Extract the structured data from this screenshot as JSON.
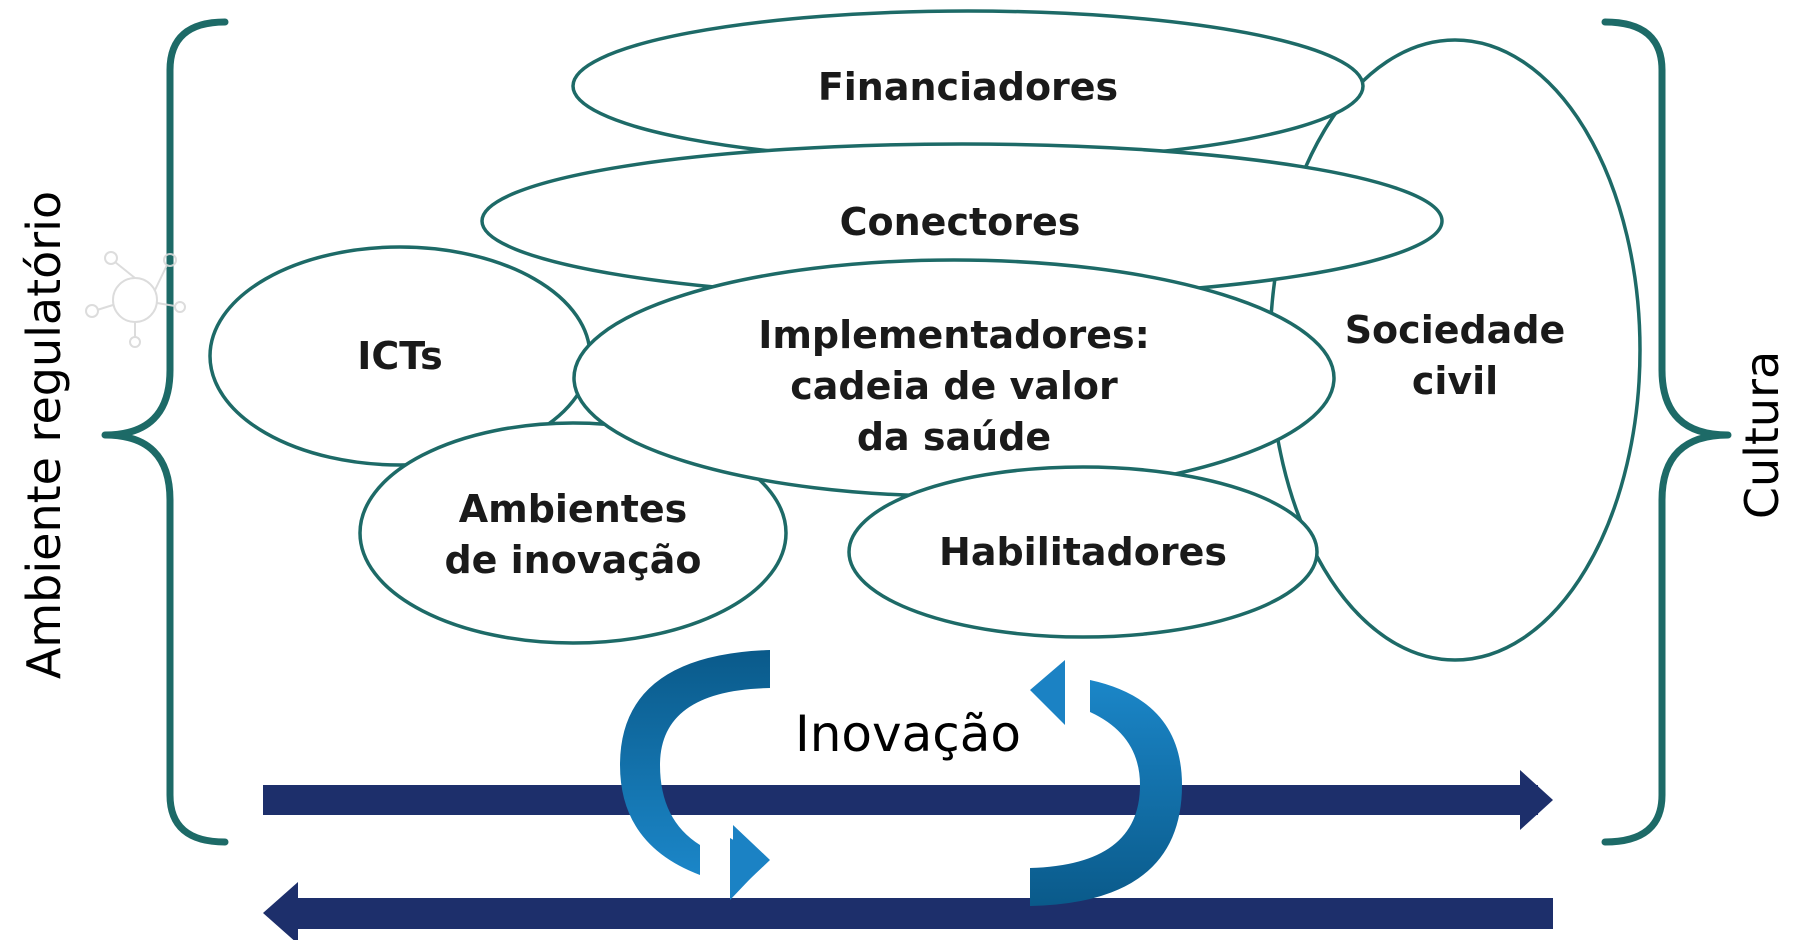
{
  "side_labels": {
    "left": "Ambiente regulatório",
    "right": "Cultura"
  },
  "nodes": {
    "financiadores": "Financiadores",
    "conectores": "Conectores",
    "icts": "ICTs",
    "implementadores": [
      "Implementadores:",
      "cadeia de valor",
      "da saúde"
    ],
    "sociedade_civil": [
      "Sociedade",
      "civil"
    ],
    "ambientes_inovacao": [
      "Ambientes",
      "de inovação"
    ],
    "habilitadores": "Habilitadores"
  },
  "center_label": "Inovação",
  "colors": {
    "ellipse_stroke": "#1d6a67",
    "brace": "#1d6a67",
    "horizontal_arrows": "#1d2f6b",
    "cycle_arrow_dark": "#0a5a8a",
    "cycle_arrow_light": "#1b82c4"
  },
  "icons": {
    "molecule": "molecule-icon"
  }
}
